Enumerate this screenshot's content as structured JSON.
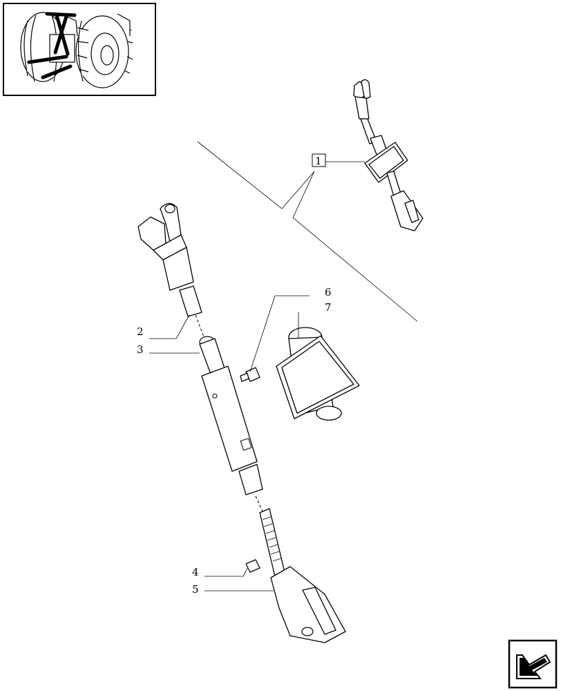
{
  "callouts": [
    {
      "id": "2",
      "label": "2"
    },
    {
      "id": "3",
      "label": "3"
    },
    {
      "id": "4",
      "label": "4"
    },
    {
      "id": "5",
      "label": "5"
    },
    {
      "id": "6",
      "label": "6"
    },
    {
      "id": "7",
      "label": "7"
    },
    {
      "id": "1",
      "label": "1"
    }
  ],
  "icons": {
    "thumbnail": "tractor-thumbnail-icon",
    "navigation": "next-page-arrow-icon"
  }
}
